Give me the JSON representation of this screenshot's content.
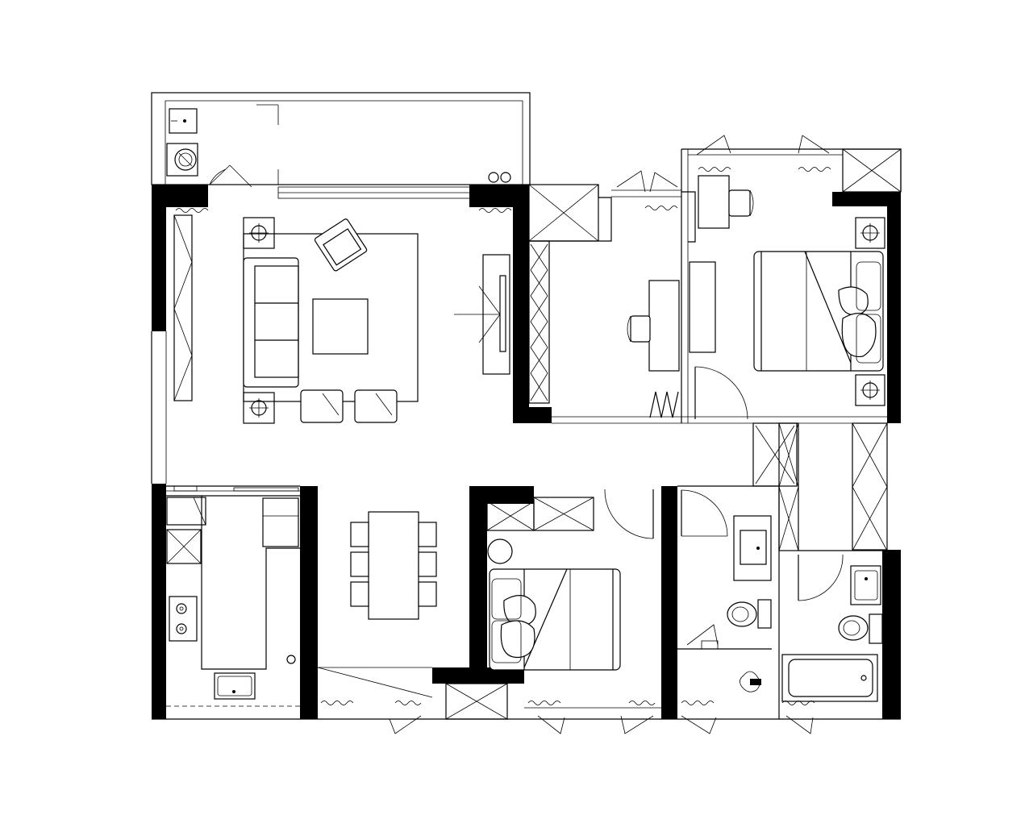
{
  "plan": {
    "rooms": [
      {
        "id": "balcony",
        "kind": "balcony",
        "fixtures": [
          "sink",
          "washing-machine"
        ]
      },
      {
        "id": "living-room",
        "kind": "living-room",
        "fixtures": [
          "sofa",
          "armchair",
          "coffee-table",
          "lounge-chair",
          "lounge-chair",
          "side-table",
          "side-table",
          "tv-cabinet",
          "wall-cabinet"
        ]
      },
      {
        "id": "study",
        "kind": "study",
        "fixtures": [
          "desk",
          "chair",
          "wardrobe",
          "shoe-rack"
        ]
      },
      {
        "id": "master-bedroom",
        "kind": "bedroom",
        "fixtures": [
          "double-bed",
          "nightstand",
          "nightstand",
          "desk",
          "chair",
          "wardrobe"
        ]
      },
      {
        "id": "kitchen",
        "kind": "kitchen",
        "fixtures": [
          "stove",
          "sink",
          "refrigerator",
          "counter"
        ]
      },
      {
        "id": "dining-area",
        "kind": "dining",
        "fixtures": [
          "dining-table",
          "chair",
          "chair",
          "chair",
          "chair",
          "chair",
          "chair"
        ]
      },
      {
        "id": "second-bedroom",
        "kind": "bedroom",
        "fixtures": [
          "double-bed",
          "round-table",
          "wardrobe"
        ]
      },
      {
        "id": "bathroom-1",
        "kind": "bathroom",
        "fixtures": [
          "washbasin",
          "toilet",
          "shower"
        ]
      },
      {
        "id": "bathroom-2",
        "kind": "bathroom",
        "fixtures": [
          "washbasin",
          "toilet",
          "bathtub"
        ]
      }
    ]
  }
}
